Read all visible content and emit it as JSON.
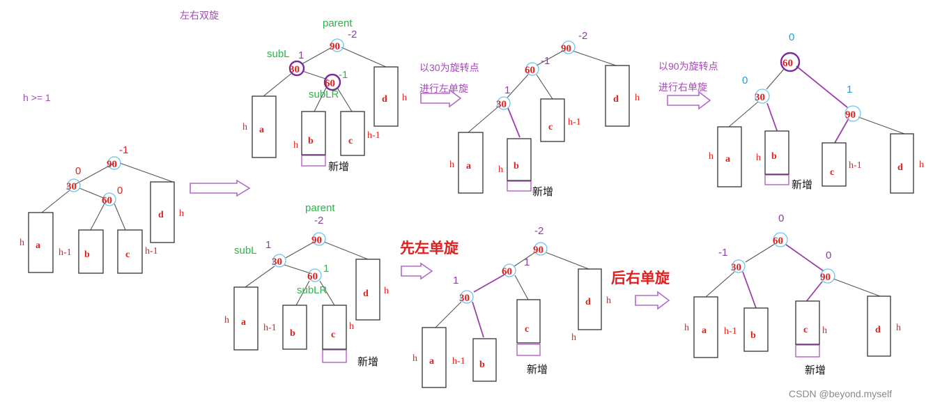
{
  "title": "左右双旋",
  "condition": "h >= 1",
  "labels": {
    "parent": "parent",
    "subL": "subL",
    "subLR": "subLR",
    "new_node": "新增",
    "step1_line1": "以30为旋转点",
    "step1_line2": "进行左单旋",
    "step2_line1": "以90为旋转点",
    "step2_line2": "进行右单旋",
    "first_left": "先左单旋",
    "then_right": "后右单旋"
  },
  "nodes": {
    "n90": "90",
    "n30": "30",
    "n60": "60"
  },
  "subtrees": {
    "a": "a",
    "b": "b",
    "c": "c",
    "d": "d"
  },
  "heights": {
    "h": "h",
    "h_minus_1": "h-1"
  },
  "balance_factors": {
    "initial": {
      "n90": "-1",
      "n30": "0",
      "n60": "0"
    },
    "top_insert": {
      "n90": "-2",
      "n30": "1",
      "n60": "-1"
    },
    "top_after_left": {
      "n90": "-2",
      "n60": "-1",
      "n30": "1"
    },
    "top_after_right": {
      "n60": "0",
      "n30": "0",
      "n90": "1"
    },
    "bottom_insert": {
      "n90": "-2",
      "n30": "1",
      "n60": "1"
    },
    "bottom_after_left": {
      "n90": "-2",
      "n60": "1",
      "n30": "1"
    },
    "bottom_after_right": {
      "n60": "0",
      "n30": "-1",
      "n90": "0"
    }
  },
  "watermark": "CSDN @beyond.myself",
  "colors": {
    "node_text": "#e0201f",
    "node_circle": "#6ec3ec",
    "label_green": "#2eb34a",
    "label_purple": "#a64ab8",
    "rotation_edge": "#9a3fa8"
  }
}
